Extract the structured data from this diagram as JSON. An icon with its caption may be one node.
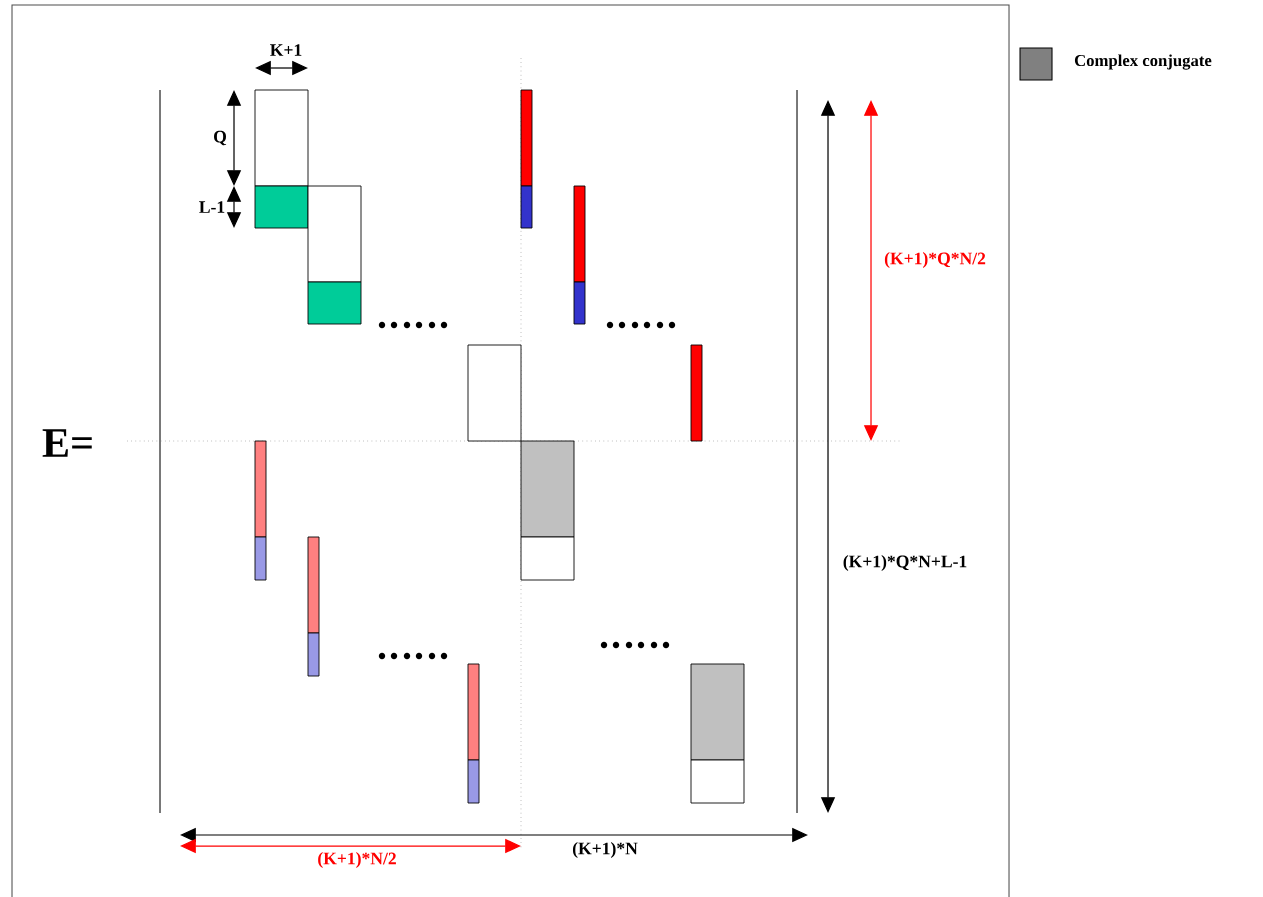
{
  "diagram": {
    "labels": [
      "K+1",
      "Q",
      "L-1",
      "(K+1)*Q*N/2",
      "E=",
      "(K+1)*Q*N+L-1",
      "(K+1)*N",
      "(K+1)*N/2"
    ],
    "legend": [
      {
        "text": "Complex conjugate",
        "color": "#808080"
      }
    ]
  }
}
